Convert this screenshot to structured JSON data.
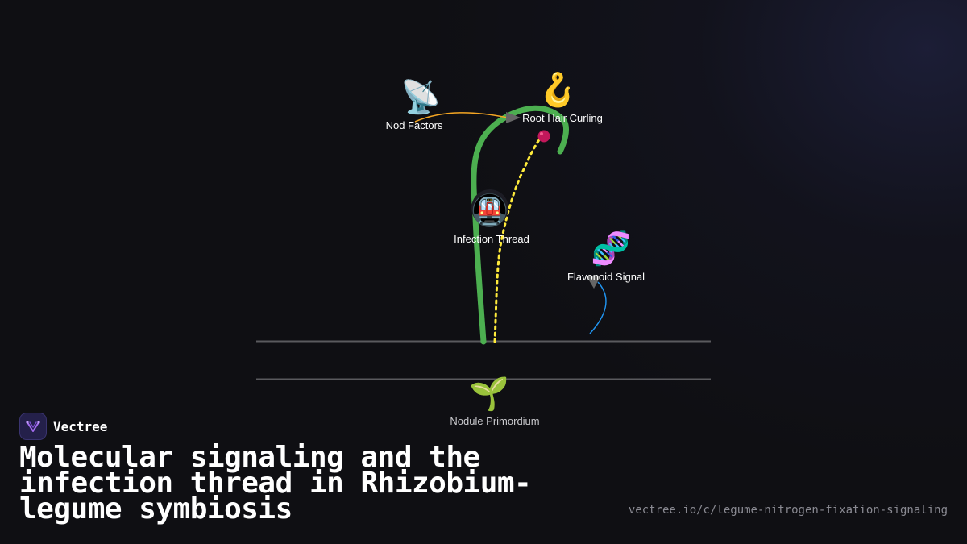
{
  "diagram": {
    "nodes": {
      "nod_factors": {
        "icon": "satellite-antenna-icon",
        "glyph": "📡",
        "label": "Nod Factors"
      },
      "root_hair_curling": {
        "icon": "hook-icon",
        "glyph": "🪝",
        "label": "Root Hair Curling"
      },
      "infection_thread": {
        "icon": "metro-train-icon",
        "glyph": "🚇",
        "label": "Infection Thread"
      },
      "flavonoid_signal": {
        "icon": "dna-icon",
        "glyph": "🧬",
        "label": "Flavonoid Signal"
      },
      "nodule_primordium": {
        "icon": "seedling-icon",
        "glyph": "🌱",
        "label": "Nodule Primordium"
      }
    },
    "colors": {
      "root_hair": "#4caf50",
      "infection_path": "#ffeb3b",
      "bacterium": "#c2185b",
      "nod_arrow": "#f5a623",
      "flavonoid_arrow": "#2196f3",
      "soil_line": "#5a5a5e",
      "arrowhead": "#666666"
    }
  },
  "brand": {
    "name": "Vectree",
    "logo_icon": "vectree-logo-icon"
  },
  "title": "Molecular signaling and the infection thread in Rhizobium-legume symbiosis",
  "footer": {
    "url": "vectree.io/c/legume-nitrogen-fixation-signaling"
  }
}
